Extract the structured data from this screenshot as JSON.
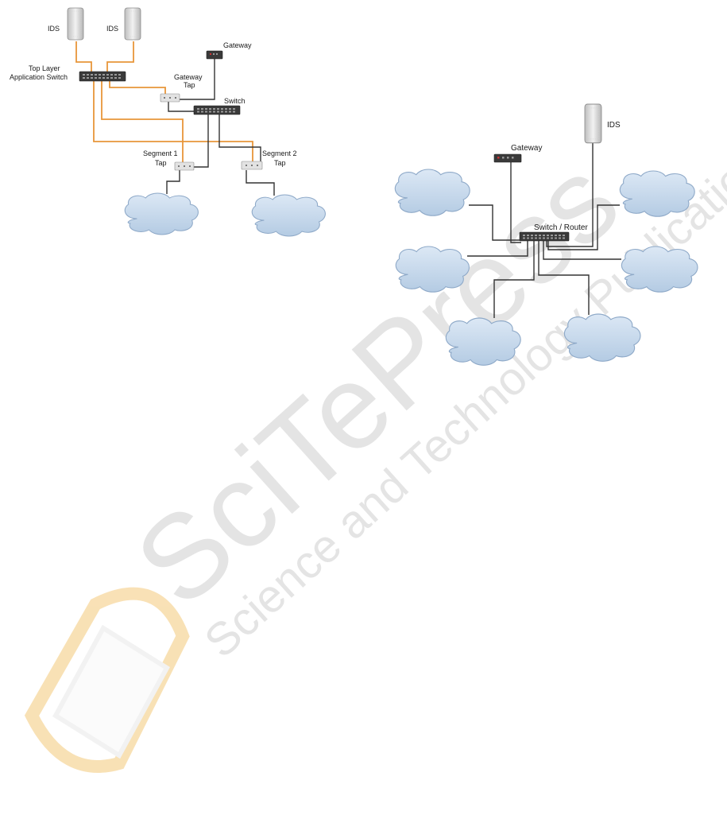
{
  "colors": {
    "monitor_link": "#e8963a",
    "network_link": "#333333",
    "cloud_fill": "#c9dbee",
    "cloud_stroke": "#8ea9c8",
    "device_dark": "#3a3a3a",
    "device_light": "#e2e2e2",
    "watermark_logo": "#f4c97a"
  },
  "left_diagram": {
    "ids_left_label": "IDS",
    "ids_right_label": "IDS",
    "gateway_label": "Gateway",
    "top_switch_label_line1": "Top Layer",
    "top_switch_label_line2": "Application Switch",
    "gateway_tap_line1": "Gateway",
    "gateway_tap_line2": "Tap",
    "switch_label": "Switch",
    "segment1_line1": "Segment 1",
    "segment1_line2": "Tap",
    "segment2_line1": "Segment 2",
    "segment2_line2": "Tap"
  },
  "right_diagram": {
    "ids_label": "IDS",
    "gateway_label": "Gateway",
    "switch_label": "Switch / Router"
  },
  "watermark": {
    "line1": "SciTePress",
    "line2": "Science and Technology Publications"
  }
}
